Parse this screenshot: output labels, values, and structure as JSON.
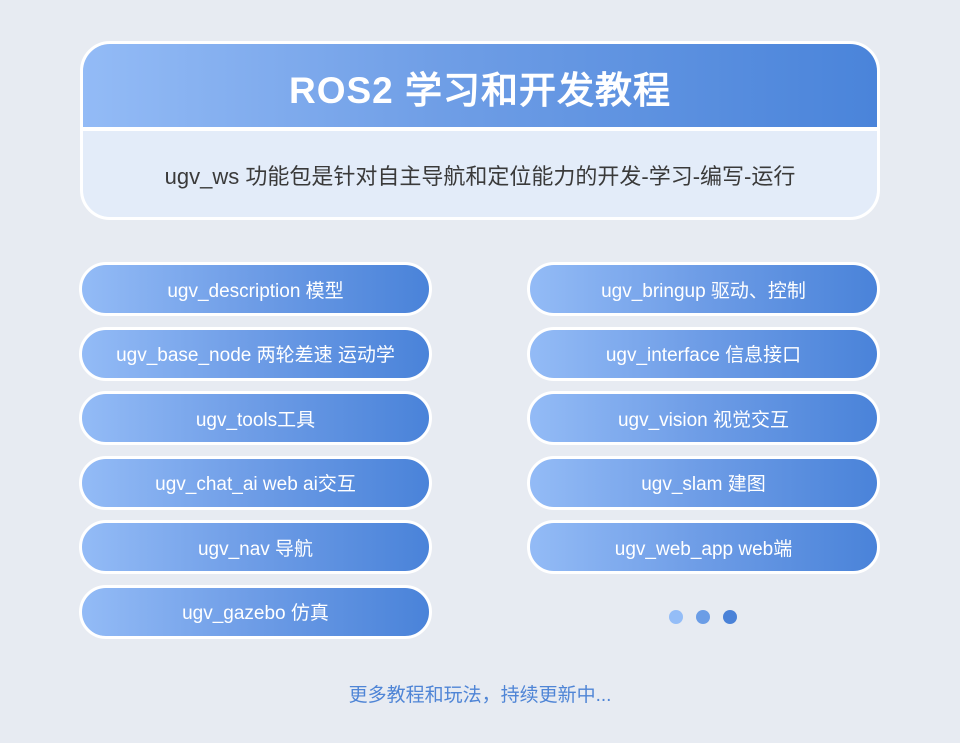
{
  "header": {
    "title": "ROS2 学习和开发教程",
    "subtitle": "ugv_ws 功能包是针对自主导航和定位能力的开发-学习-编写-运行"
  },
  "packages": {
    "left": [
      {
        "label": "ugv_description 模型"
      },
      {
        "label": "ugv_base_node 两轮差速 运动学"
      },
      {
        "label": "ugv_tools工具"
      },
      {
        "label": "ugv_chat_ai web ai交互"
      },
      {
        "label": "ugv_nav 导航"
      },
      {
        "label": "ugv_gazebo 仿真"
      }
    ],
    "right": [
      {
        "label": "ugv_bringup 驱动、控制"
      },
      {
        "label": "ugv_interface 信息接口"
      },
      {
        "label": "ugv_vision 视觉交互"
      },
      {
        "label": "ugv_slam 建图"
      },
      {
        "label": "ugv_web_app web端"
      }
    ]
  },
  "pagination": {
    "dots": [
      {
        "color": "#94bdf7"
      },
      {
        "color": "#6b9de6"
      },
      {
        "color": "#4a82d8"
      }
    ]
  },
  "footer": {
    "note": "更多教程和玩法，持续更新中..."
  },
  "colors": {
    "background": "#e7ebf2",
    "gradient_start": "#93bbf6",
    "gradient_end": "#4a84da",
    "subtitle_bg": "#e3ecf9",
    "footer_text": "#4f85d6"
  }
}
